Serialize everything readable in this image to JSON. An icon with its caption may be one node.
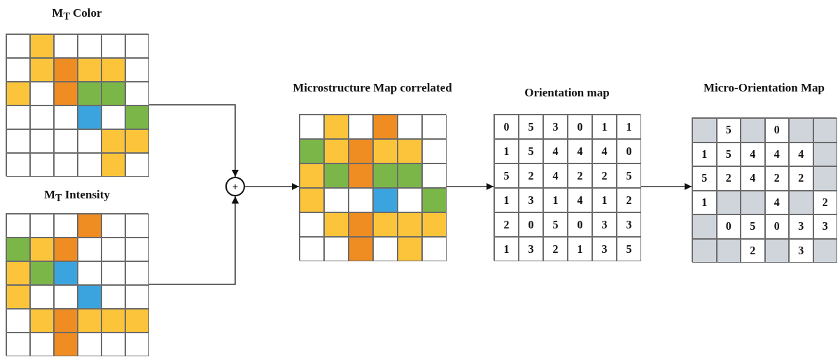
{
  "diagram": {
    "nodes": [
      {
        "text": [
          "M$_{T}$ Color"
        ]
      },
      {
        "text": [
          "M$_{T}$ Intensity"
        ]
      },
      {
        "text": [
          "+"
        ]
      },
      {
        "text": [
          "Microstructure Map correlated"
        ]
      },
      {
        "text": [
          "Orientation map"
        ]
      },
      {
        "text": [
          "Micro-Orientation Map"
        ]
      }
    ],
    "edges": [
      {
        "from": 0,
        "to": 2,
        "arrow": "to"
      },
      {
        "from": 1,
        "to": 2,
        "arrow": "to"
      },
      {
        "from": 2,
        "to": 3,
        "arrow": "to"
      },
      {
        "from": 3,
        "to": 4,
        "arrow": "to"
      },
      {
        "from": 4,
        "to": 5,
        "arrow": "to"
      }
    ],
    "labels": [
      "0",
      "5",
      "3",
      "0",
      "1",
      "1",
      "1",
      "5",
      "4",
      "4",
      "4",
      "0",
      "5",
      "2",
      "4",
      "2",
      "2",
      "5",
      "1",
      "3",
      "1",
      "4",
      "1",
      "2",
      "2",
      "0",
      "5",
      "0",
      "3",
      "3",
      "1",
      "3",
      "2",
      "1",
      "3",
      "5",
      "5",
      "0",
      "1",
      "5",
      "4",
      "4",
      "4",
      "5",
      "2",
      "4",
      "2",
      "2",
      "1",
      "4",
      "2",
      "0",
      "5",
      "0",
      "3",
      "3",
      "2",
      "3"
    ]
  }
}
